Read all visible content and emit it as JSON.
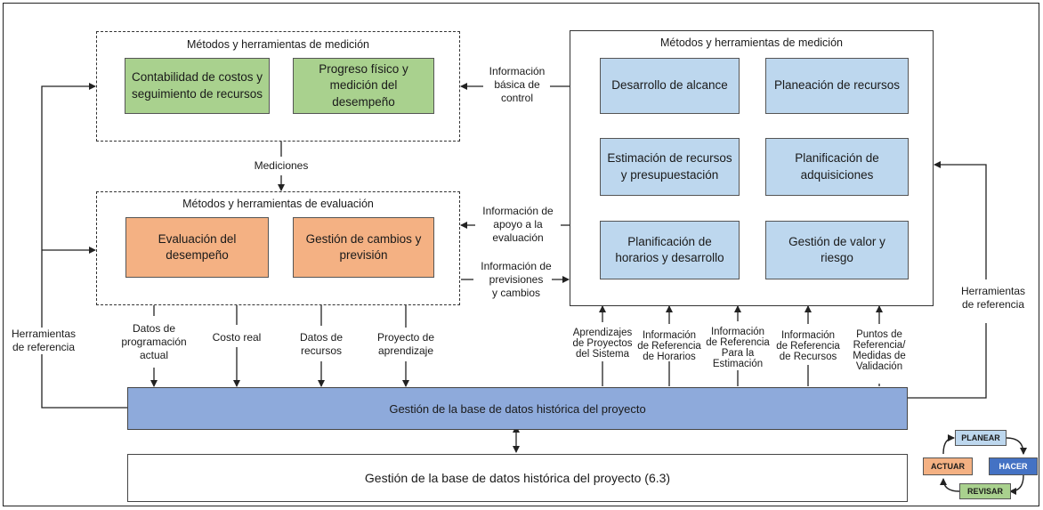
{
  "top_left": {
    "caption": "Métodos y herramientas de medición",
    "box1": "Contabilidad de costos y seguimiento de recursos",
    "box2": "Progreso físico y medición del desempeño"
  },
  "mid_left": {
    "caption": "Métodos y herramientas de evaluación",
    "box1": "Evaluación del desempeño",
    "box2": "Gestión de cambios y previsión"
  },
  "right": {
    "caption": "Métodos y herramientas de medición",
    "boxes": [
      "Desarrollo de alcance",
      "Planeación de recursos",
      "Estimación de recursos y presupuestación",
      "Planificación de adquisiciones",
      "Planificación de horarios y desarrollo",
      "Gestión de valor y riesgo"
    ]
  },
  "labels": {
    "mediciones": "Mediciones",
    "info_basica": [
      "Información",
      "básica de",
      "control"
    ],
    "info_apoyo": [
      "Información de",
      "apoyo a la",
      "evaluación"
    ],
    "info_previsiones": [
      "Información de",
      "previsiones",
      "y cambios"
    ],
    "herr_left": [
      "Herramientas",
      "de referencia"
    ],
    "herr_right": [
      "Herramientas",
      "de referencia"
    ],
    "datos_prog": [
      "Datos de",
      "programación",
      "actual"
    ],
    "costo_real": [
      "Costo real"
    ],
    "datos_recursos": [
      "Datos de",
      "recursos"
    ],
    "proyecto_aprend": [
      "Proyecto de",
      "aprendizaje"
    ],
    "aprendizajes": [
      "Aprendizajes",
      "de Proyectos",
      "del Sistema"
    ],
    "info_horarios": [
      "Información",
      "de Referencia",
      "de Horarios"
    ],
    "info_estimacion": [
      "Información",
      "de Referencia",
      "Para la",
      "Estimación"
    ],
    "info_recursos": [
      "Información",
      "de Referencia",
      "de Recursos"
    ],
    "puntos_ref": [
      "Puntos de",
      "Referencia/",
      "Medidas de",
      "Validación"
    ]
  },
  "bar_text": "Gestión de la base de datos histórica del proyecto",
  "bottom_text": "Gestión de la base de datos histórica del proyecto (6.3)",
  "pdca": {
    "planear": "PLANEAR",
    "hacer": "HACER",
    "revisar": "REVISAR",
    "actuar": "ACTUAR"
  },
  "colors": {
    "green": "#a9d18e",
    "orange": "#f4b183",
    "light_blue": "#bdd7ee",
    "bar_blue": "#8eaadb"
  }
}
